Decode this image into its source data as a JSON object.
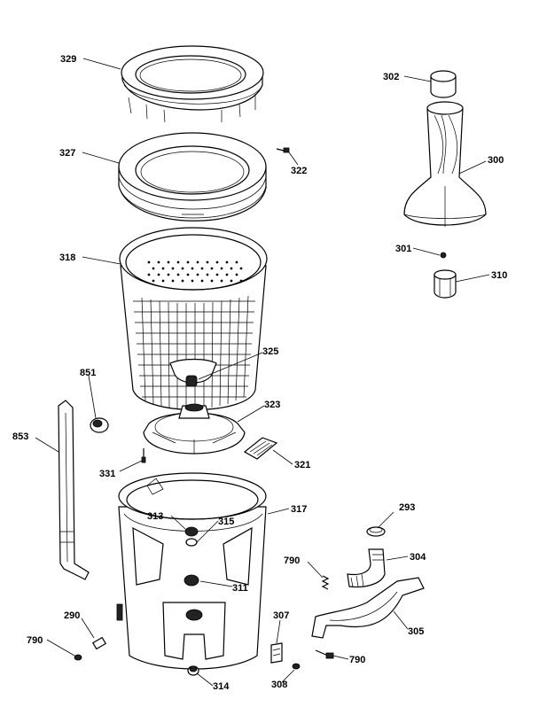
{
  "diagram": {
    "labels": {
      "l329": "329",
      "l327": "327",
      "l322": "322",
      "l318": "318",
      "l325": "325",
      "l851": "851",
      "l323": "323",
      "l853": "853",
      "l331": "331",
      "l321": "321",
      "l317": "317",
      "l313": "313",
      "l315": "315",
      "l311": "311",
      "l290": "290",
      "l790a": "790",
      "l314": "314",
      "l307": "307",
      "l308": "308",
      "l790b": "790",
      "l790c": "790",
      "l293": "293",
      "l304": "304",
      "l305": "305",
      "l302": "302",
      "l300": "300",
      "l301": "301",
      "l310": "310"
    }
  }
}
